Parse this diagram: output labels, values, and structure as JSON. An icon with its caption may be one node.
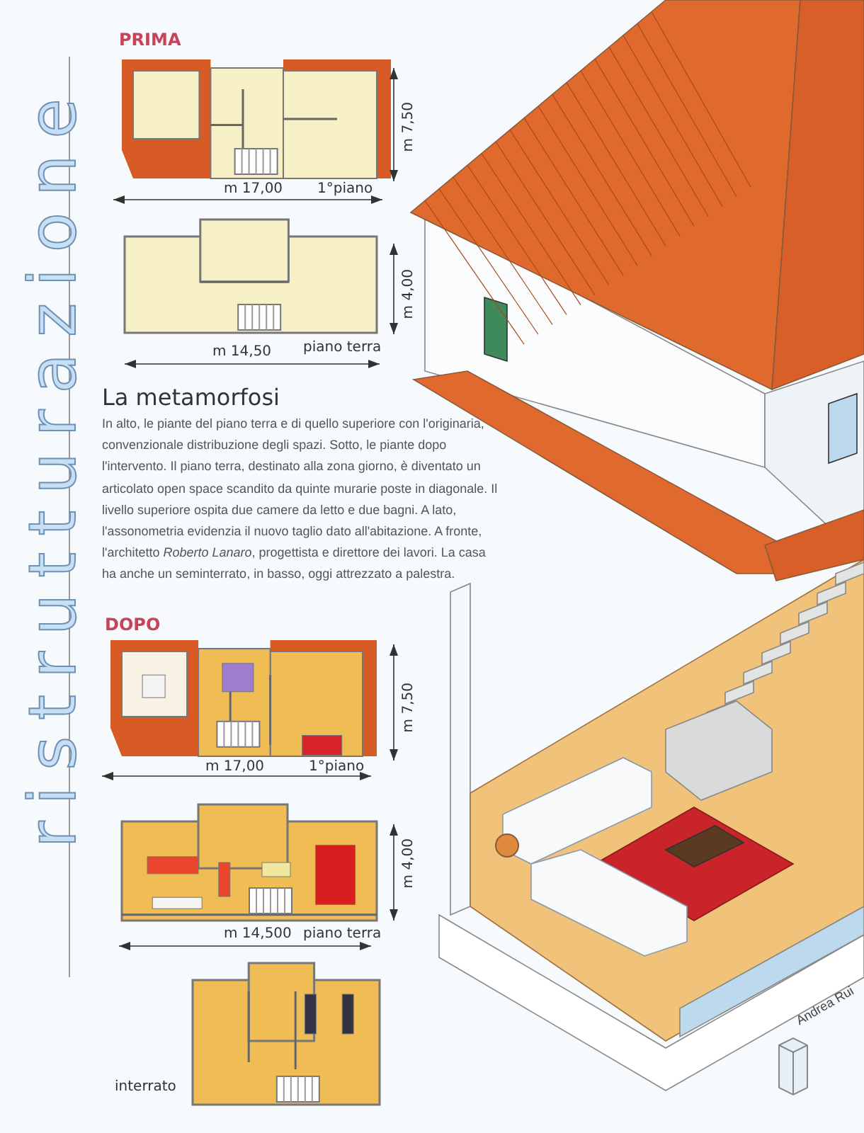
{
  "diagram": {
    "labels": [
      "ristrutturazione",
      "PRIMA",
      "m 7,50",
      "m 17,00",
      "1°piano",
      "m 4,00",
      "m 14,50",
      "piano terra",
      "La metamorfosi",
      "In alto, le piante del piano terra e di quello superiore con l'originaria, convenzionale distribuzione degli spazi. Sotto, le piante dopo l'intervento. Il piano terra, destinato alla zona giorno, è diventato un articolato open space scandito da quinte murarie poste in diagonale. Il livello superiore ospita due camere da letto e due bagni. A lato, l'assonometria evidenzia il nuovo taglio dato all'abitazione. A fronte, l'architetto *Roberto Lanaro*, progettista e direttore dei lavori. La casa ha anche un seminterrato, in basso, oggi attrezzato a palestra.",
      "DOPO",
      "m 7,50",
      "m 17,00",
      "1°piano",
      "m 4,00",
      "m 14,500",
      "piano terra",
      "interrato",
      "Andrea Rui"
    ]
  }
}
